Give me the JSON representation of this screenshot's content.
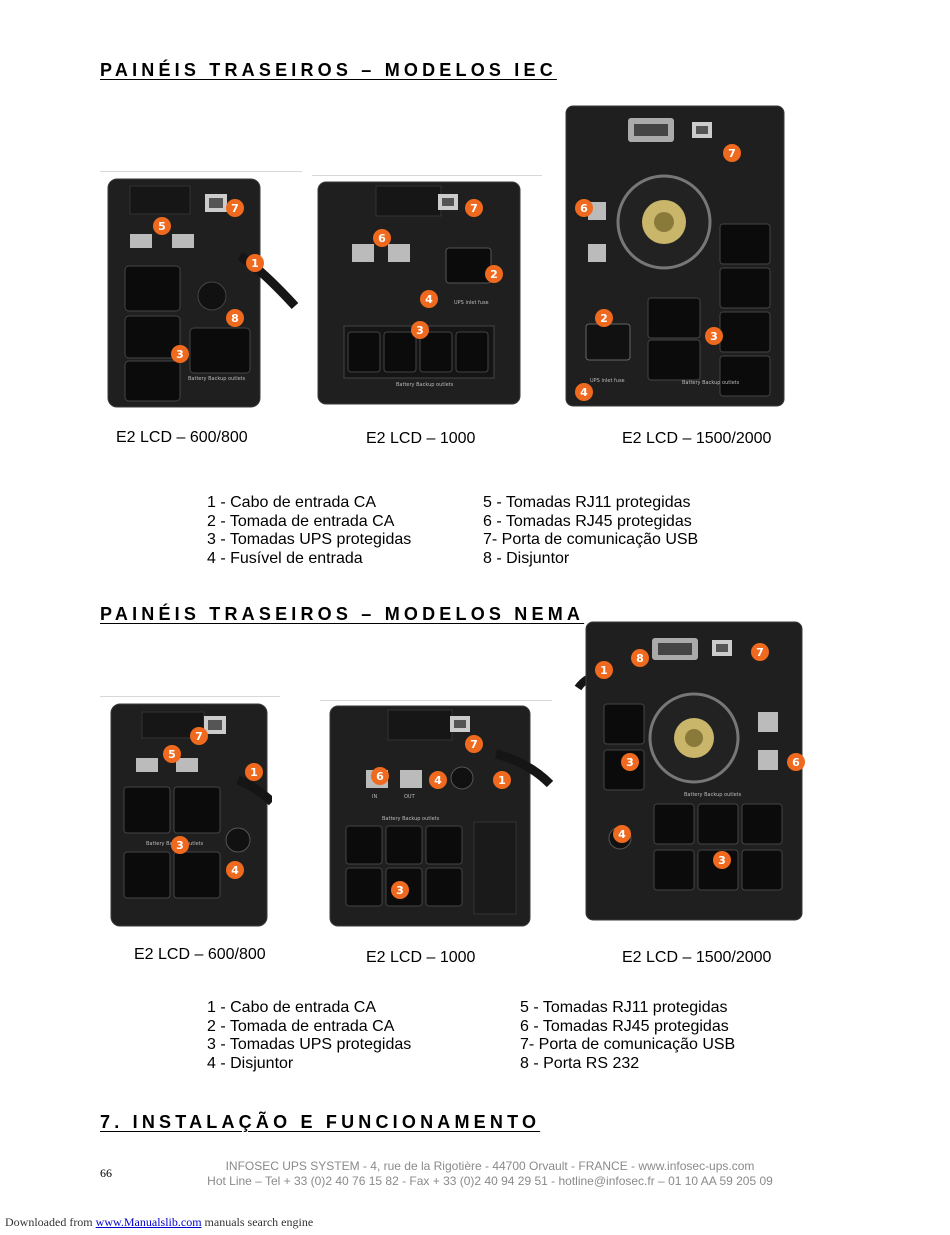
{
  "sections": {
    "iec": {
      "title": "PAINÉIS TRASEIROS – MODELOS IEC",
      "captions": [
        "E2 LCD – 600/800",
        "E2 LCD – 1000",
        "E2 LCD – 1500/2000"
      ],
      "legend_left": [
        "1 - Cabo de entrada CA",
        "2 - Tomada de entrada CA",
        "3 - Tomadas UPS protegidas",
        "4 - Fusível de entrada"
      ],
      "legend_right": [
        "5 - Tomadas RJ11 protegidas",
        "6 - Tomadas RJ45 protegidas",
        "7- Porta de comunicação USB",
        "8 - Disjuntor"
      ]
    },
    "nema": {
      "title": "PAINÉIS TRASEIROS – MODELOS NEMA",
      "captions": [
        "E2 LCD – 600/800",
        "E2 LCD – 1000",
        "E2 LCD – 1500/2000"
      ],
      "legend_left": [
        "1 - Cabo de entrada CA",
        "2 - Tomada de entrada CA",
        "3 - Tomadas UPS protegidas",
        "4 - Disjuntor"
      ],
      "legend_right": [
        "5 - Tomadas RJ11 protegidas",
        "6 - Tomadas RJ45 protegidas",
        "7- Porta de comunicação USB",
        "8 - Porta RS 232"
      ]
    },
    "install": {
      "title": "7. INSTALAÇÃO E FUNCIONAMENTO"
    }
  },
  "panel_labels": {
    "battery_backup": "Battery Backup outlets",
    "ups_inlet_fuse": "UPS inlet fuse",
    "in": "IN",
    "out": "OUT"
  },
  "callouts": [
    "1",
    "2",
    "3",
    "4",
    "5",
    "6",
    "7",
    "8"
  ],
  "footer": {
    "page_number": "66",
    "line1": "INFOSEC UPS SYSTEM - 4, rue de la Rigotière - 44700 Orvault - FRANCE -  www.infosec-ups.com",
    "line2": "Hot Line – Tel + 33 (0)2 40 76 15 82 - Fax + 33 (0)2 40 94 29 51 - hotline@infosec.fr – 01 10 AA 59 205 09"
  },
  "download": {
    "prefix": "Downloaded from",
    "link": "www.Manualslib.com",
    "suffix": "manuals search engine"
  },
  "colors": {
    "callout": "#ef6a1f",
    "device": "#1e1e1e",
    "outlet": "#0c0c0c"
  }
}
